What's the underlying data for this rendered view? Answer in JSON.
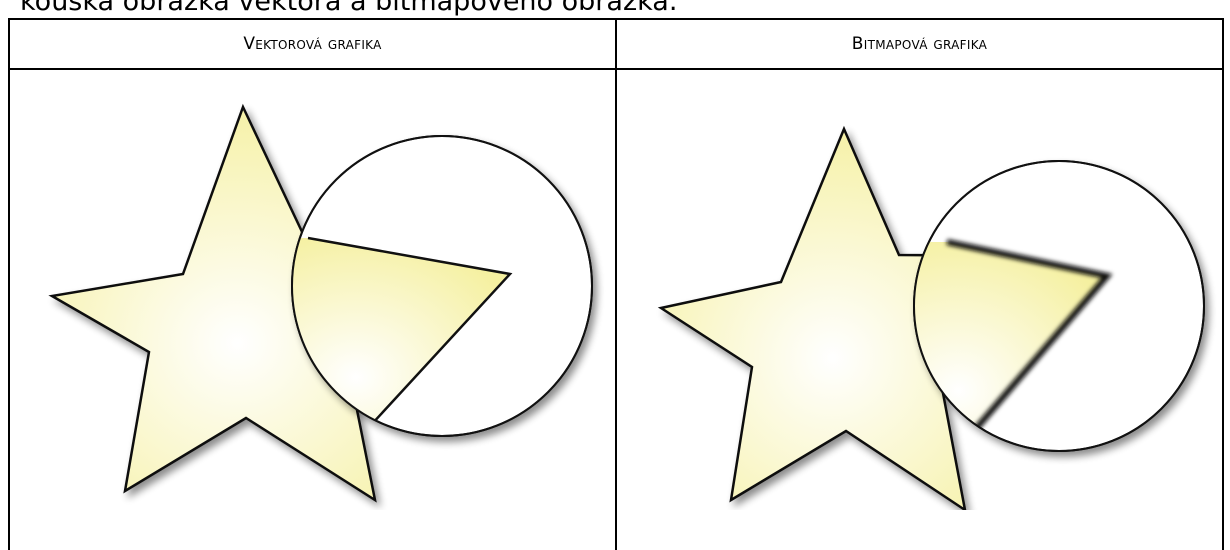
{
  "caption": "kouska obrázka vektora a bitmapového obrázka.",
  "table": {
    "columns": [
      {
        "header": "Vektorová grafika",
        "kind": "vector"
      },
      {
        "header": "Bitmapová grafika",
        "kind": "bitmap"
      }
    ]
  },
  "colors": {
    "star_center": "#ffffff",
    "star_edge": "#f6f2a6",
    "outline": "#111111",
    "shadow": "#9a9a9a"
  }
}
